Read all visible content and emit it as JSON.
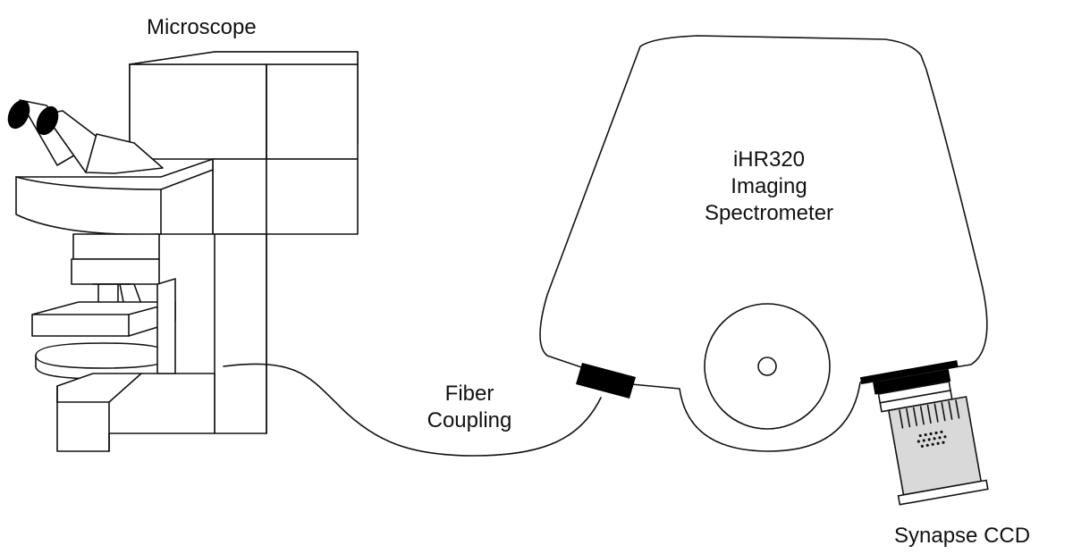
{
  "diagram": {
    "labels": {
      "microscope": "Microscope",
      "fiber_line1": "Fiber",
      "fiber_line2": "Coupling",
      "spectrometer_line1": "iHR320",
      "spectrometer_line2": "Imaging",
      "spectrometer_line3": "Spectrometer",
      "ccd": "Synapse CCD"
    },
    "colors": {
      "line": "#111111",
      "background": "#ffffff",
      "ccd_body": "#d9d9d9",
      "connector": "#000000"
    }
  }
}
